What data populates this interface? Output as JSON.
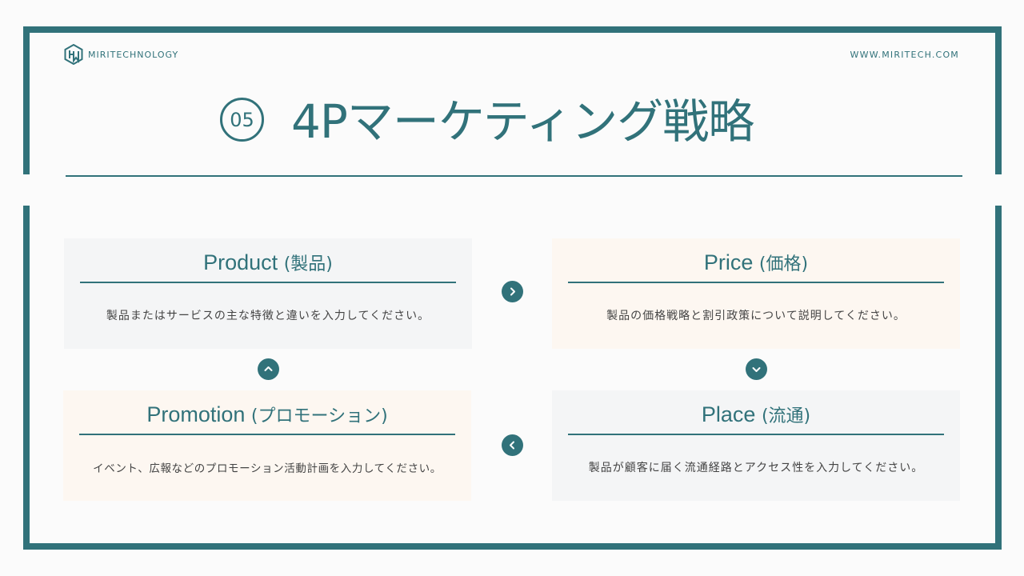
{
  "brand": {
    "name": "MIRITECHNOLOGY",
    "logo_icon": "hexagon-logo-icon"
  },
  "site_url": "WWW.MIRITECH.COM",
  "header": {
    "number": "05",
    "title": "4Pマーケティング戦略"
  },
  "colors": {
    "accent": "#31727a",
    "card_grey": "#f4f5f6",
    "card_peach": "#fdf7f1"
  },
  "cards": {
    "product": {
      "title": "Product",
      "title_jp": "(製品)",
      "description": "製品またはサービスの主な特徴と違いを入力してください。"
    },
    "price": {
      "title": "Price",
      "title_jp": "(価格)",
      "description": "製品の価格戦略と割引政策について説明してください。"
    },
    "promotion": {
      "title": "Promotion",
      "title_jp": "(プロモーション)",
      "description": "イベント、広報などのプロモーション活動計画を入力してください。"
    },
    "place": {
      "title": "Place",
      "title_jp": "(流通)",
      "description": "製品が顧客に届く流通経路とアクセス性を入力してください。"
    }
  },
  "arrows": [
    "chevron-right-icon",
    "chevron-down-icon",
    "chevron-left-icon",
    "chevron-up-icon"
  ]
}
